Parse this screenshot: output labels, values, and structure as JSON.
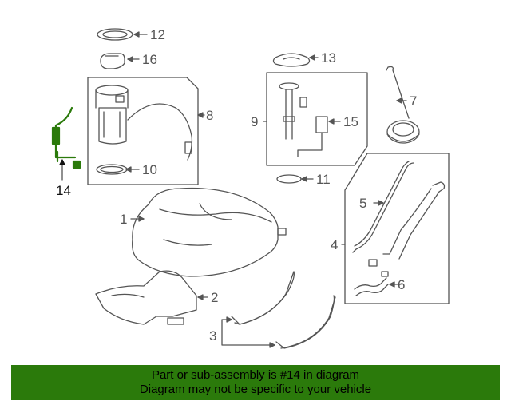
{
  "callouts": {
    "c1": "1",
    "c2": "2",
    "c3": "3",
    "c4": "4",
    "c5": "5",
    "c6": "6",
    "c7": "7",
    "c8": "8",
    "c9": "9",
    "c10": "10",
    "c11": "11",
    "c12": "12",
    "c13": "13",
    "c14": "14",
    "c15": "15",
    "c16": "16"
  },
  "banner": {
    "line1": "Part or sub-assembly is #14 in diagram",
    "line2": "Diagram may not be specific to your vehicle"
  },
  "colors": {
    "banner_bg": "#2b7a0b",
    "highlight": "#2b7a0b",
    "line": "#555555"
  }
}
